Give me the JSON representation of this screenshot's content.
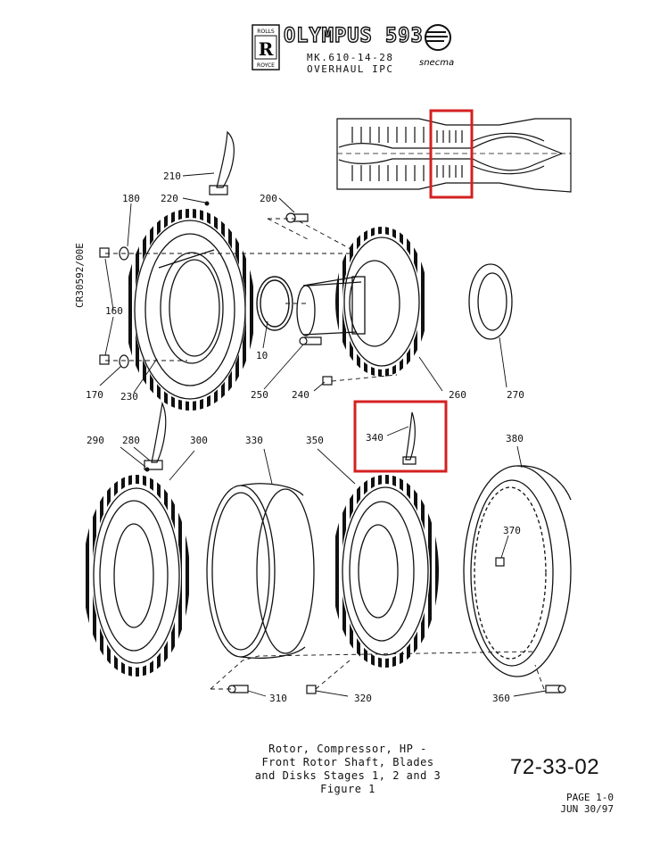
{
  "header": {
    "logo_left": "ROLLS R ROYCE",
    "title": "OLYMPUS 593",
    "model": "MK.610-14-28",
    "doc_type": "OVERHAUL IPC",
    "logo_right": "snecma"
  },
  "side_code": "CR30592/00E",
  "callouts": {
    "c210": "210",
    "c220": "220",
    "c180": "180",
    "c200": "200",
    "c160": "160",
    "c10": "10",
    "c250": "250",
    "c170": "170",
    "c230": "230",
    "c240": "240",
    "c260": "260",
    "c270": "270",
    "c290": "290",
    "c280": "280",
    "c300": "300",
    "c330": "330",
    "c350": "350",
    "c340": "340",
    "c380": "380",
    "c370": "370",
    "c310": "310",
    "c320": "320",
    "c360": "360"
  },
  "caption": {
    "line1": "Rotor, Compressor, HP -",
    "line2": "Front Rotor Shaft, Blades",
    "line3": "and Disks Stages 1, 2 and 3",
    "line4": "Figure 1"
  },
  "doc_number": "72-33-02",
  "page": "PAGE 1-0",
  "date": "JUN 30/97",
  "colors": {
    "ink": "#111111",
    "highlight": "#d42020",
    "paper": "#ffffff"
  }
}
